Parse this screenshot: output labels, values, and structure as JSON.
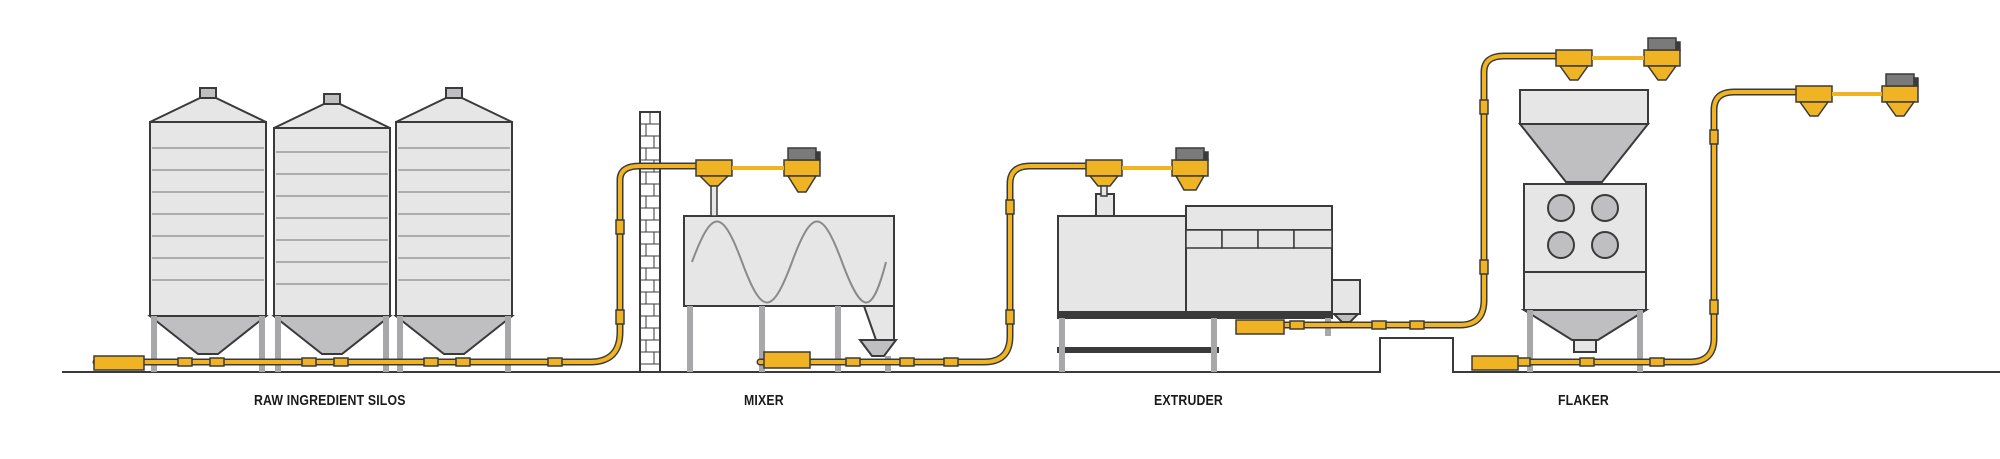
{
  "labels": {
    "silos": "RAW INGREDIENT SILOS",
    "mixer": "MIXER",
    "extruder": "EXTRUDER",
    "flaker": "FLAKER"
  },
  "colors": {
    "conveyor": "#F0B323",
    "conveyor_dark": "#C98F0E",
    "equipment_fill": "#E6E6E7",
    "equipment_shade": "#BFBFC2",
    "outline": "#3A3A3A",
    "leg": "#A8A8AB"
  },
  "icons": [
    "motor-drive-icon",
    "hopper-icon",
    "conveyor-tube-icon"
  ]
}
